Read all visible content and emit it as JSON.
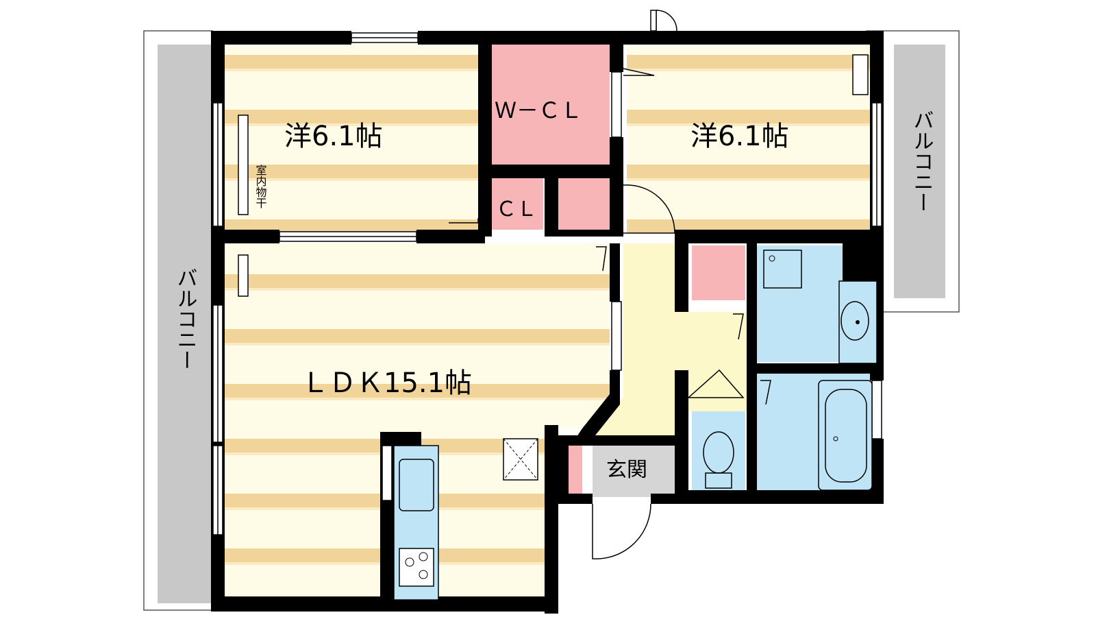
{
  "rooms": {
    "western_left": "洋6.1帖",
    "western_right": "洋6.1帖",
    "ldk": "ＬＤＫ15.1帖",
    "walk_in_closet": "Ｗ－ＣＬ",
    "closet": "ＣＬ",
    "entrance": "玄関"
  },
  "balconies": {
    "left": "バルコニー",
    "right": "バルコニー"
  },
  "notes": {
    "indoor_drying": "室内物干"
  },
  "colors": {
    "floor_stripe": "#f1d49a",
    "floor_light": "#fefbe6",
    "closet": "#f7b5b8",
    "wet_area": "#bfe4f5",
    "hall": "#fdf8c9",
    "entrance": "#d5d5d5",
    "balcony": "#c8c8c8",
    "wall": "#000000"
  }
}
